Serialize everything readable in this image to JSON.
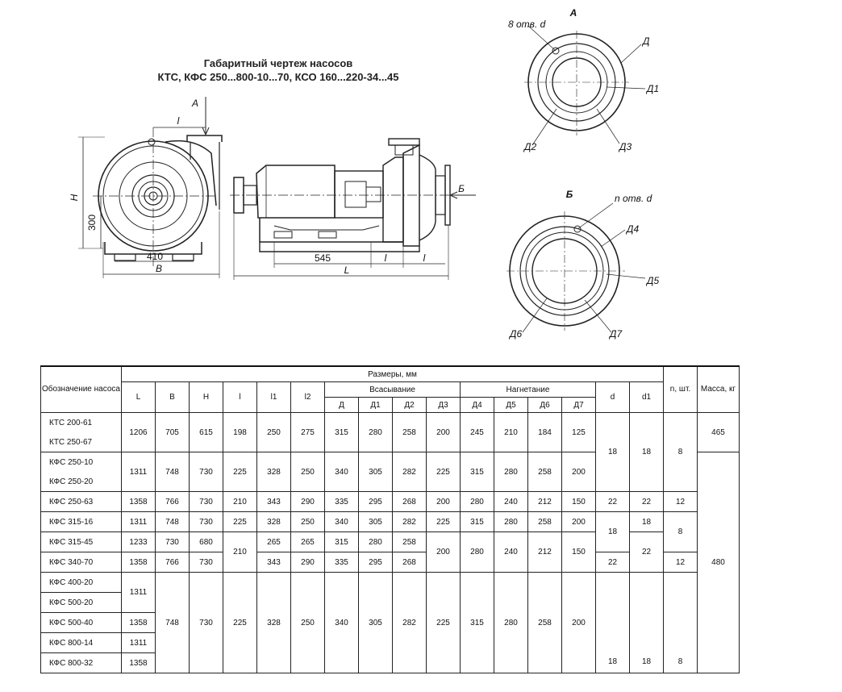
{
  "drawing": {
    "title_line1": "Габаритный чертеж насосов",
    "title_line2": "КТС, КФС 250...800-10...70, КСО 160...220-34...45",
    "view_a": "А",
    "view_b": "Б",
    "dim_H": "H",
    "dim_300": "300",
    "dim_410": "410",
    "dim_B": "B",
    "dim_l": "l",
    "dim_545": "545",
    "dim_L": "L",
    "holes_a": "8 отв. d",
    "holes_b": "n отв. d",
    "label_D": "Д",
    "label_D1": "Д1",
    "label_D2": "Д2",
    "label_D3": "Д3",
    "label_D4": "Д4",
    "label_D5": "Д5",
    "label_D6": "Д6",
    "label_D7": "Д7"
  },
  "table": {
    "h_designation": "Обозначение насоса",
    "h_sizes": "Размеры, мм",
    "h_suction": "Всасывание",
    "h_discharge": "Нагнетание",
    "h_n": "n, шт.",
    "h_mass": "Масса, кг",
    "h_L": "L",
    "h_B": "B",
    "h_H": "H",
    "h_l": "l",
    "h_l1": "l1",
    "h_l2": "l2",
    "h_D": "Д",
    "h_D1": "Д1",
    "h_D2": "Д2",
    "h_D3": "Д3",
    "h_D4": "Д4",
    "h_D5": "Д5",
    "h_D6": "Д6",
    "h_D7": "Д7",
    "h_d": "d",
    "h_d1": "d1",
    "rows": [
      {
        "name": "КТС 200-61"
      },
      {
        "name": "КТС 250-67"
      },
      {
        "name": "КФС 250-10"
      },
      {
        "name": "КФС 250-20"
      },
      {
        "name": "КФС 250-63"
      },
      {
        "name": "КФС 315-16"
      },
      {
        "name": "КФС 315-45"
      },
      {
        "name": "КФС 340-70"
      },
      {
        "name": "КФС 400-20"
      },
      {
        "name": "КФС 500-20"
      },
      {
        "name": "КФС 500-40"
      },
      {
        "name": "КФС 800-14"
      },
      {
        "name": "КФС 800-32"
      }
    ],
    "v": {
      "kts_L": "1206",
      "kts_B": "705",
      "kts_H": "615",
      "kts_l": "198",
      "kts_l1": "250",
      "kts_l2": "275",
      "kts_D": "315",
      "kts_D1": "280",
      "kts_D2": "258",
      "kts_D3": "200",
      "kts_D4": "245",
      "kts_D5": "210",
      "kts_D6": "184",
      "kts_D7": "125",
      "kts_mass": "465",
      "g1_d": "18",
      "g1_d1": "18",
      "g1_n": "8",
      "k250_L": "1311",
      "k250_B": "748",
      "k250_H": "730",
      "k250_l": "225",
      "k250_l1": "328",
      "k250_l2": "250",
      "k250_D": "340",
      "k250_D1": "305",
      "k250_D2": "282",
      "k250_D3": "225",
      "k250_D4": "315",
      "k250_D5": "280",
      "k250_D6": "258",
      "k250_D7": "200",
      "k63_L": "1358",
      "k63_B": "766",
      "k63_H": "730",
      "k63_l": "210",
      "k63_l1": "343",
      "k63_l2": "290",
      "k63_D": "335",
      "k63_D1": "295",
      "k63_D2": "268",
      "k63_D3": "200",
      "k63_D4": "280",
      "k63_D5": "240",
      "k63_D6": "212",
      "k63_D7": "150",
      "k63_d": "22",
      "k63_d1": "22",
      "k63_n": "12",
      "k16_L": "1311",
      "k16_B": "748",
      "k16_H": "730",
      "k16_l": "225",
      "k16_l1": "328",
      "k16_l2": "250",
      "k16_D": "340",
      "k16_D1": "305",
      "k16_D2": "282",
      "k16_D3": "225",
      "k16_D4": "315",
      "k16_D5": "280",
      "k16_D6": "258",
      "k16_D7": "200",
      "k16_d1": "18",
      "g2_d": "18",
      "g2_n": "8",
      "k45_L": "1233",
      "k45_B": "730",
      "k45_H": "680",
      "k45_l1": "265",
      "k45_l2": "265",
      "k45_D": "315",
      "k45_D1": "280",
      "k45_D2": "258",
      "g3_l": "210",
      "g3_D3": "200",
      "g3_D4": "280",
      "g3_D5": "240",
      "g3_D6": "212",
      "g3_D7": "150",
      "g3_d1": "22",
      "k70_L": "1358",
      "k70_B": "766",
      "k70_H": "730",
      "k70_l1": "343",
      "k70_l2": "290",
      "k70_D": "335",
      "k70_D1": "295",
      "k70_D2": "268",
      "k70_d": "22",
      "k70_n": "12",
      "g4_mass": "480",
      "g5_L1": "1311",
      "g5_L2": "1358",
      "g5_L3": "1311",
      "g5_L4": "1358",
      "g5_B": "748",
      "g5_H": "730",
      "g5_l": "225",
      "g5_l1": "328",
      "g5_l2": "250",
      "g5_D": "340",
      "g5_D1": "305",
      "g5_D2": "282",
      "g5_D3": "225",
      "g5_D4": "315",
      "g5_D5": "280",
      "g5_D6": "258",
      "g5_D7": "200",
      "g5_d": "18",
      "g5_d1": "18",
      "g5_n": "8"
    }
  }
}
